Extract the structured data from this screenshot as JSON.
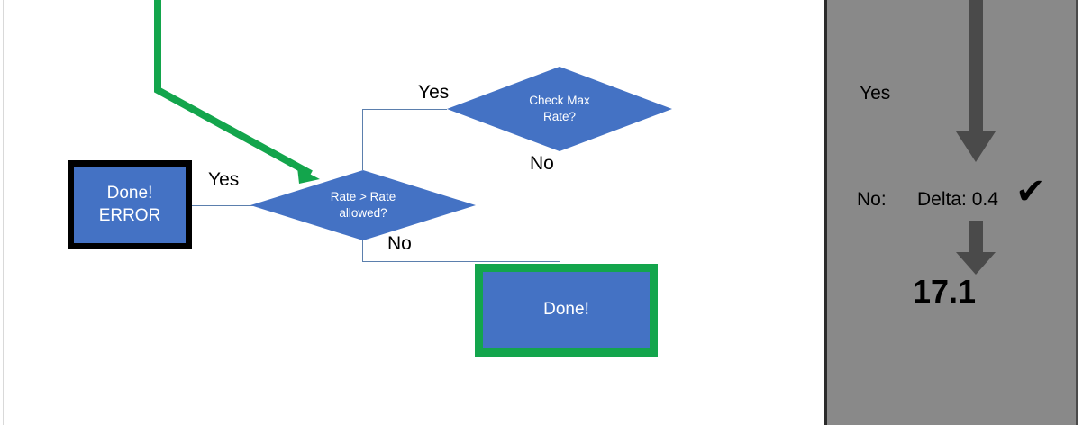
{
  "flowchart": {
    "nodes": [
      {
        "id": "check-max-rate",
        "shape": "diamond",
        "label": "Check Max\nRate?",
        "line1": "Check Max",
        "line2": "Rate?"
      },
      {
        "id": "rate-gt-rate-allowed",
        "shape": "diamond",
        "label": "Rate > Rate\nallowed?",
        "line1": "Rate > Rate",
        "line2": "allowed?"
      },
      {
        "id": "done-error",
        "shape": "process",
        "label": "Done!\nERROR",
        "line1": "Done!",
        "line2": "ERROR"
      },
      {
        "id": "done",
        "shape": "process",
        "label": "Done!",
        "line1": "Done!"
      }
    ],
    "edge_labels": {
      "check_max_rate_yes": "Yes",
      "check_max_rate_no": "No",
      "rate_allowed_yes": "Yes",
      "rate_allowed_no": "No"
    },
    "colors": {
      "node_fill": "#4472C4",
      "node_text": "#FFFFFF",
      "connector": "#5B7FAD",
      "highlight_green": "#13A54C",
      "error_border": "#000000"
    }
  },
  "panel": {
    "yes_label": "Yes",
    "no_label": "No:",
    "delta_label": "Delta: 0.4",
    "check_mark": "✔",
    "result_value": "17.1",
    "colors": {
      "background": "#898989",
      "arrow": "#4A4A4A",
      "result_text": "#92D050"
    }
  }
}
